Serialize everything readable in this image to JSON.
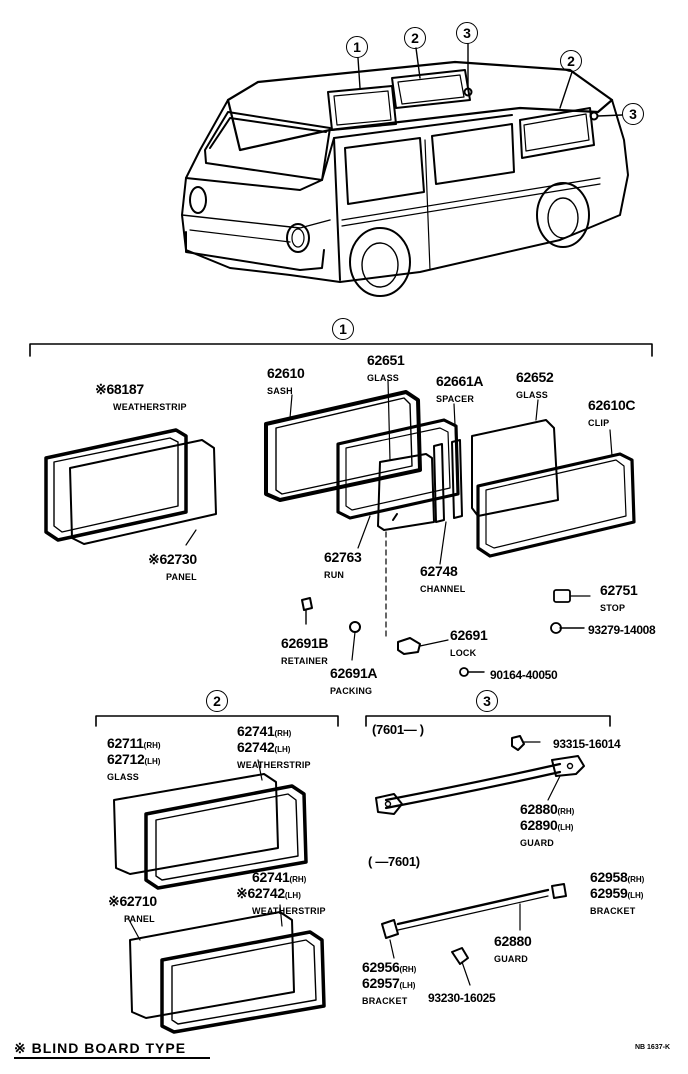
{
  "diagram": {
    "callouts": {
      "c1": "1",
      "c2": "2",
      "c3": "3",
      "section1": "1",
      "section2": "2",
      "section3": "3"
    },
    "section1_parts": {
      "p68187": {
        "num": "68187",
        "name": "WEATHERSTRIP",
        "mark": "※"
      },
      "p62730": {
        "num": "62730",
        "name": "PANEL",
        "mark": "※"
      },
      "p62610": {
        "num": "62610",
        "name": "SASH"
      },
      "p62651": {
        "num": "62651",
        "name": "GLASS"
      },
      "p62661A": {
        "num": "62661A",
        "name": "SPACER"
      },
      "p62652": {
        "num": "62652",
        "name": "GLASS"
      },
      "p62610C": {
        "num": "62610C",
        "name": "CLIP"
      },
      "p62763": {
        "num": "62763",
        "name": "RUN"
      },
      "p62748": {
        "num": "62748",
        "name": "CHANNEL"
      },
      "p62751": {
        "num": "62751",
        "name": "STOP"
      },
      "p93279": {
        "num": "93279-14008"
      },
      "p62691B": {
        "num": "62691B",
        "name": "RETAINER"
      },
      "p62691": {
        "num": "62691",
        "name": "LOCK"
      },
      "p62691A": {
        "num": "62691A",
        "name": "PACKING"
      },
      "p90164": {
        "num": "90164-40050"
      }
    },
    "section2_parts": {
      "p62711": {
        "num1": "62711",
        "sfx1": "(RH)",
        "num2": "62712",
        "sfx2": "(LH)",
        "name": "GLASS"
      },
      "p62741a": {
        "num1": "62741",
        "sfx1": "(RH)",
        "num2": "62742",
        "sfx2": "(LH)",
        "name": "WEATHERSTRIP"
      },
      "p62741b": {
        "num1": "62741",
        "sfx1": "(RH)",
        "num2": "62742",
        "sfx2": "(LH)",
        "name": "WEATHERSTRIP",
        "mark": "※"
      },
      "p62710": {
        "num": "62710",
        "name": "PANEL",
        "mark": "※"
      }
    },
    "section3_parts": {
      "range1": "(7601—          )",
      "range2": "(          —7601)",
      "p93315": {
        "num": "93315-16014"
      },
      "p62880a": {
        "num1": "62880",
        "sfx1": "(RH)",
        "num2": "62890",
        "sfx2": "(LH)",
        "name": "GUARD"
      },
      "p62958": {
        "num1": "62958",
        "sfx1": "(RH)",
        "num2": "62959",
        "sfx2": "(LH)",
        "name": "BRACKET"
      },
      "p62880b": {
        "num": "62880",
        "name": "GUARD"
      },
      "p62956": {
        "num1": "62956",
        "sfx1": "(RH)",
        "num2": "62957",
        "sfx2": "(LH)",
        "name": "BRACKET"
      },
      "p93230": {
        "num": "93230-16025"
      }
    },
    "footer": {
      "legend": "※ BLIND BOARD TYPE",
      "code": "NB 1637-K"
    }
  }
}
